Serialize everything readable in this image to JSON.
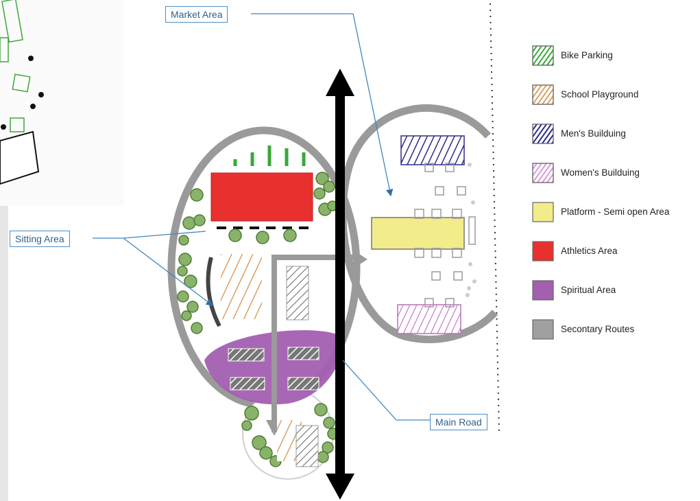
{
  "callouts": {
    "market_area": "Market Area",
    "sitting_area": "Sitting Area",
    "main_road": "Main Road"
  },
  "legend": [
    {
      "label": "Bike Parking",
      "color": "#3aa83a",
      "pattern": "hatch"
    },
    {
      "label": "School Playground",
      "color": "#d9a066",
      "pattern": "hatch"
    },
    {
      "label": "Men's Builduing",
      "color": "#2e2a8a",
      "pattern": "hatch"
    },
    {
      "label": "Women's Builduing",
      "color": "#d69ad8",
      "pattern": "hatch"
    },
    {
      "label": "Platform - Semi open Area",
      "color": "#f2ec8a",
      "pattern": "solid"
    },
    {
      "label": "Athletics Area",
      "color": "#e8302e",
      "pattern": "solid"
    },
    {
      "label": "Spiritual Area",
      "color": "#a35fb0",
      "pattern": "solid"
    },
    {
      "label": "Secontary Routes",
      "color": "#a0a0a0",
      "pattern": "solid"
    }
  ]
}
